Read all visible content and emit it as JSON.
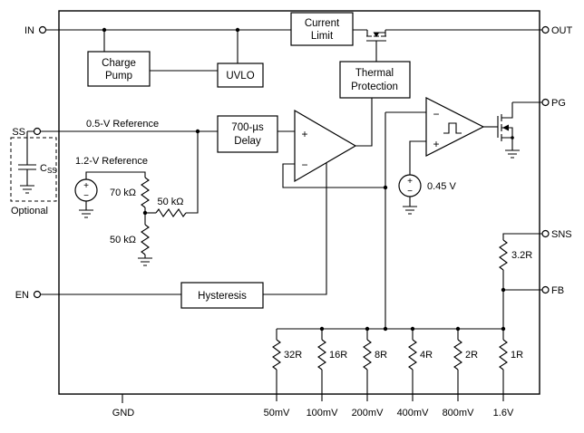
{
  "pins": {
    "in": "IN",
    "out": "OUT",
    "ss": "SS",
    "en": "EN",
    "gnd": "GND",
    "pg": "PG",
    "sns": "SNS",
    "fb": "FB"
  },
  "blocks": {
    "current_limit": {
      "line1": "Current",
      "line2": "Limit"
    },
    "charge_pump": {
      "line1": "Charge",
      "line2": "Pump"
    },
    "uvlo": "UVLO",
    "thermal_protection": {
      "line1": "Thermal",
      "line2": "Protection"
    },
    "delay": {
      "line1": "700-µs",
      "line2": "Delay"
    },
    "hysteresis": "Hysteresis"
  },
  "references": {
    "ss_reference": "0.5-V Reference",
    "bandgap_reference": "1.2-V Reference",
    "comparator_threshold": "0.45 V"
  },
  "resistors": {
    "r70k": "70 kΩ",
    "r50k_series": "50 kΩ",
    "r50k_ground": "50 kΩ",
    "sense_top": "3.2R",
    "ladder": [
      "32R",
      "16R",
      "8R",
      "4R",
      "2R",
      "1R"
    ]
  },
  "ladder_taps": [
    "50mV",
    "100mV",
    "200mV",
    "400mV",
    "800mV",
    "1.6V"
  ],
  "soft_start": {
    "cap_name": "C",
    "cap_subscript": "SS",
    "note": "Optional"
  },
  "symbols": {
    "plus": "+",
    "minus": "−"
  },
  "colors": {
    "line": "#000000",
    "background": "#ffffff"
  }
}
